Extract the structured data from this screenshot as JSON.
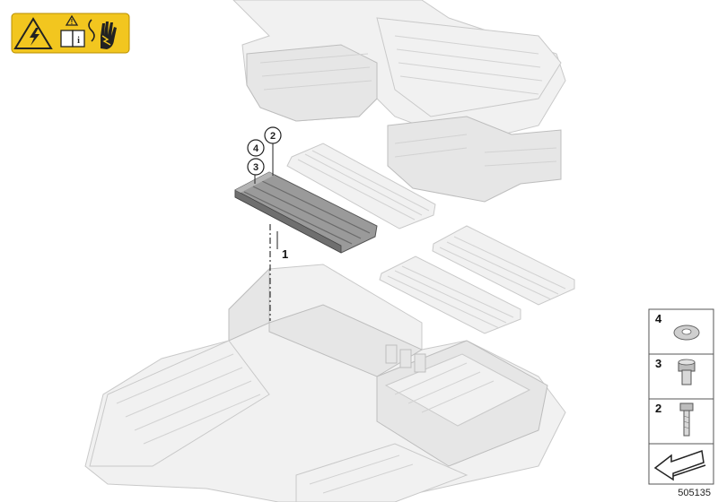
{
  "warning_panel": {
    "bg_color": "#f2c61f",
    "icons": [
      "high-voltage-icon",
      "read-manual-icon",
      "no-touch-hand-icon"
    ]
  },
  "callouts": [
    {
      "id": "callout-2",
      "text": "2"
    },
    {
      "id": "callout-4",
      "text": "4"
    },
    {
      "id": "callout-3",
      "text": "3"
    }
  ],
  "part_label": "1",
  "legend": [
    {
      "num": "4",
      "part": "washer-icon"
    },
    {
      "num": "3",
      "part": "nut-icon"
    },
    {
      "num": "2",
      "part": "bolt-icon"
    },
    {
      "num": "",
      "part": "arrow-icon"
    }
  ],
  "doc_id": "505135",
  "colors": {
    "highlight_part": "#8a8a8a",
    "ghost_part": "#efefef"
  }
}
